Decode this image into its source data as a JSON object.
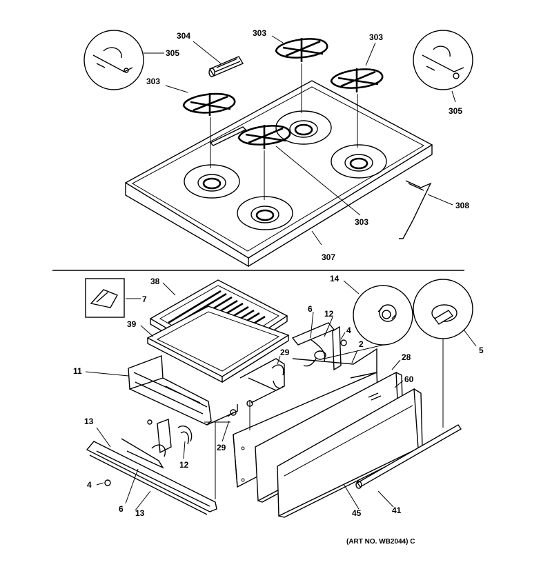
{
  "labels": {
    "l304": "304",
    "l305a": "305",
    "l303a": "303",
    "l303b": "303",
    "l303c": "303",
    "l303d": "303",
    "l305b": "305",
    "l308": "308",
    "l307": "307",
    "l38": "38",
    "l7": "7",
    "l39": "39",
    "l11": "11",
    "l14": "14",
    "l6a": "6",
    "l12a": "12",
    "l4a": "4",
    "l2": "2",
    "l5": "5",
    "l28": "28",
    "l29a": "29",
    "l60": "60",
    "l29b": "29",
    "l13a": "13",
    "l12b": "12",
    "l4b": "4",
    "l6b": "6",
    "l13b": "13",
    "l45": "45",
    "l41": "41"
  },
  "art_number": "(ART NO. WB2044) C"
}
